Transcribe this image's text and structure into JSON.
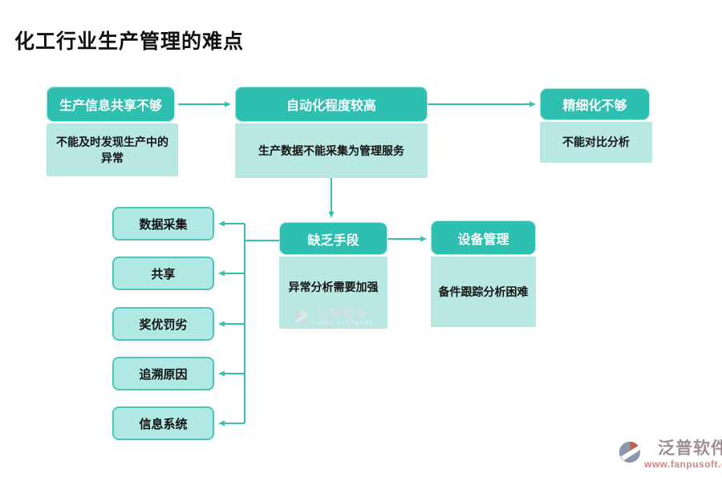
{
  "title": "化工行业生产管理的难点",
  "colors": {
    "header_teal": "#2fbfb0",
    "body_light_teal": "#b9e8e2",
    "connector_line": "#3bbfb2",
    "list_fill": "#b0e9e4",
    "list_border": "#52c5bb",
    "title_color": "#111111",
    "logo_name_color": "#9e8f93",
    "logo_url_color": "#ce8984",
    "logo_red": "#c2614e",
    "logo_gray": "#8e96ad"
  },
  "top_boxes": [
    {
      "header": "生产信息共享不够",
      "body": "不能及时发现生产中的异常"
    },
    {
      "header": "自动化程度较高",
      "body": "生产数据不能采集为管理服务"
    },
    {
      "header": "精细化不够",
      "body": "不能对比分析"
    }
  ],
  "mid_boxes": [
    {
      "header": "缺乏手段",
      "body": "异常分析需要加强"
    },
    {
      "header": "设备管理",
      "body": "备件跟踪分析困难"
    }
  ],
  "list_items": [
    "数据采集",
    "共享",
    "奖优罚劣",
    "追溯原因",
    "信息系统"
  ],
  "watermark": {
    "name": "泛普软件",
    "sub": "FANPU SOFTWARE"
  },
  "footer_logo": {
    "name": "泛普软件",
    "url": "www.fanpusoft.com"
  }
}
